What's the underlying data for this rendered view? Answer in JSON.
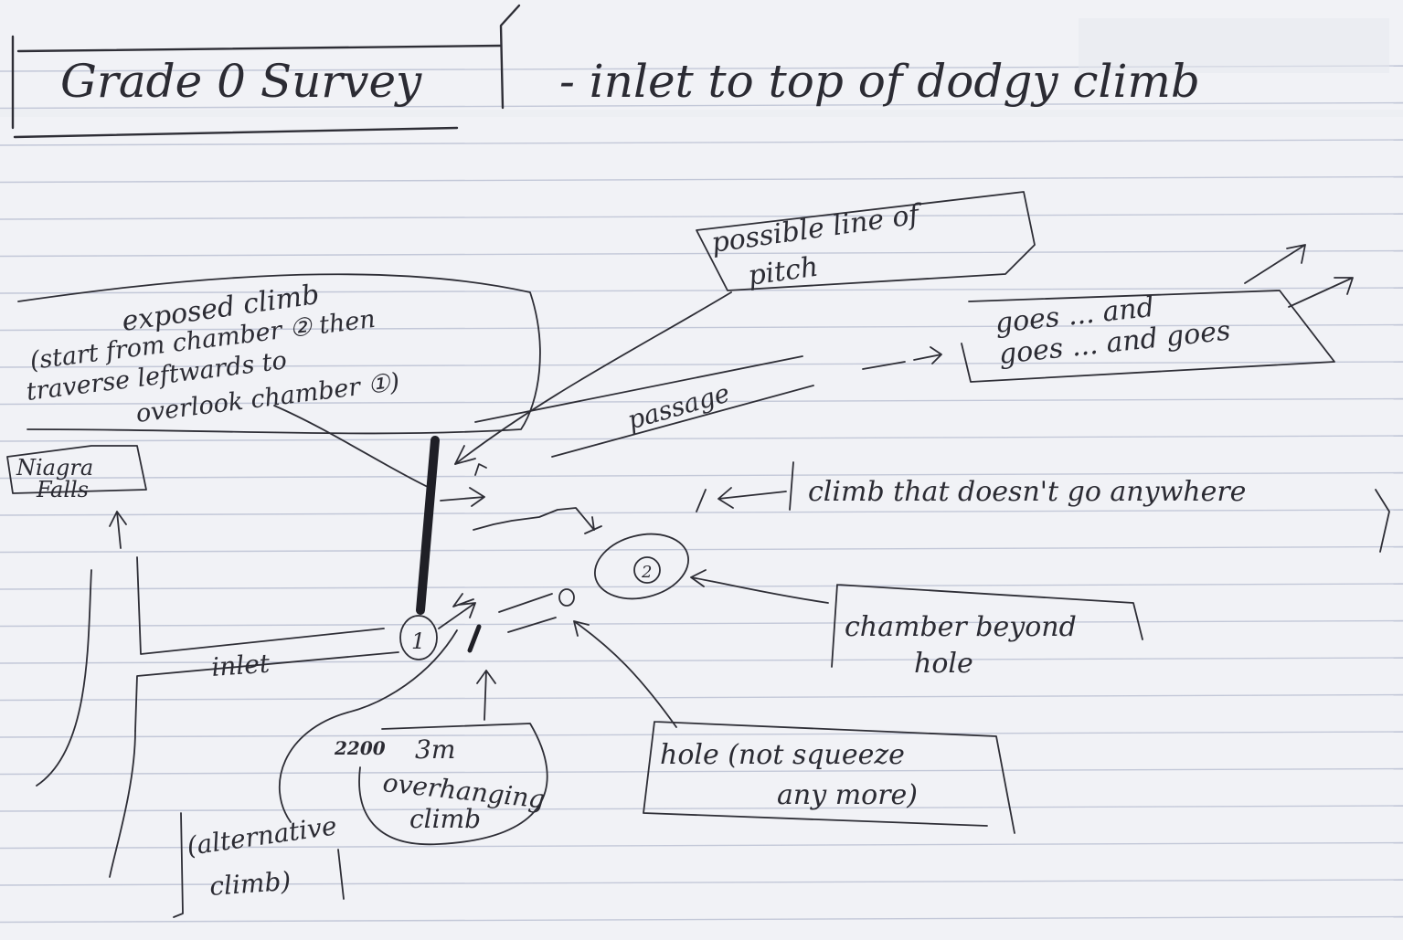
{
  "title": "Grade 0 Survey",
  "subtitle": "- inlet to top of dodgy climb",
  "labels": {
    "possible_line_1": "possible line of",
    "possible_line_2": "pitch",
    "goes_1": "goes ... and",
    "goes_2": "goes ... and goes",
    "exposed_1": "exposed climb",
    "exposed_2": "(start from chamber ② then",
    "exposed_3": "traverse leftwards to",
    "exposed_4": "overlook chamber ①)",
    "passage": "passage",
    "niagra_1": "Niagra",
    "niagra_2": "Falls",
    "climb_nowhere": "climb that doesn't go anywhere",
    "chamber_beyond_1": "chamber beyond",
    "chamber_beyond_2": "hole",
    "inlet": "inlet",
    "overhang_prefix": "2200",
    "overhang_1": "3m",
    "overhang_2": "overhanging",
    "overhang_3": "climb",
    "hole_1": "hole (not squeeze",
    "hole_2": "any more)",
    "alt_1": "(alternative",
    "alt_2": "climb)",
    "chamber_1_marker": "1",
    "chamber_2_marker": "2"
  },
  "colors": {
    "paper": "#f1f2f6",
    "rule_line": "#c3c8d8",
    "ink": "#2e2e36"
  }
}
